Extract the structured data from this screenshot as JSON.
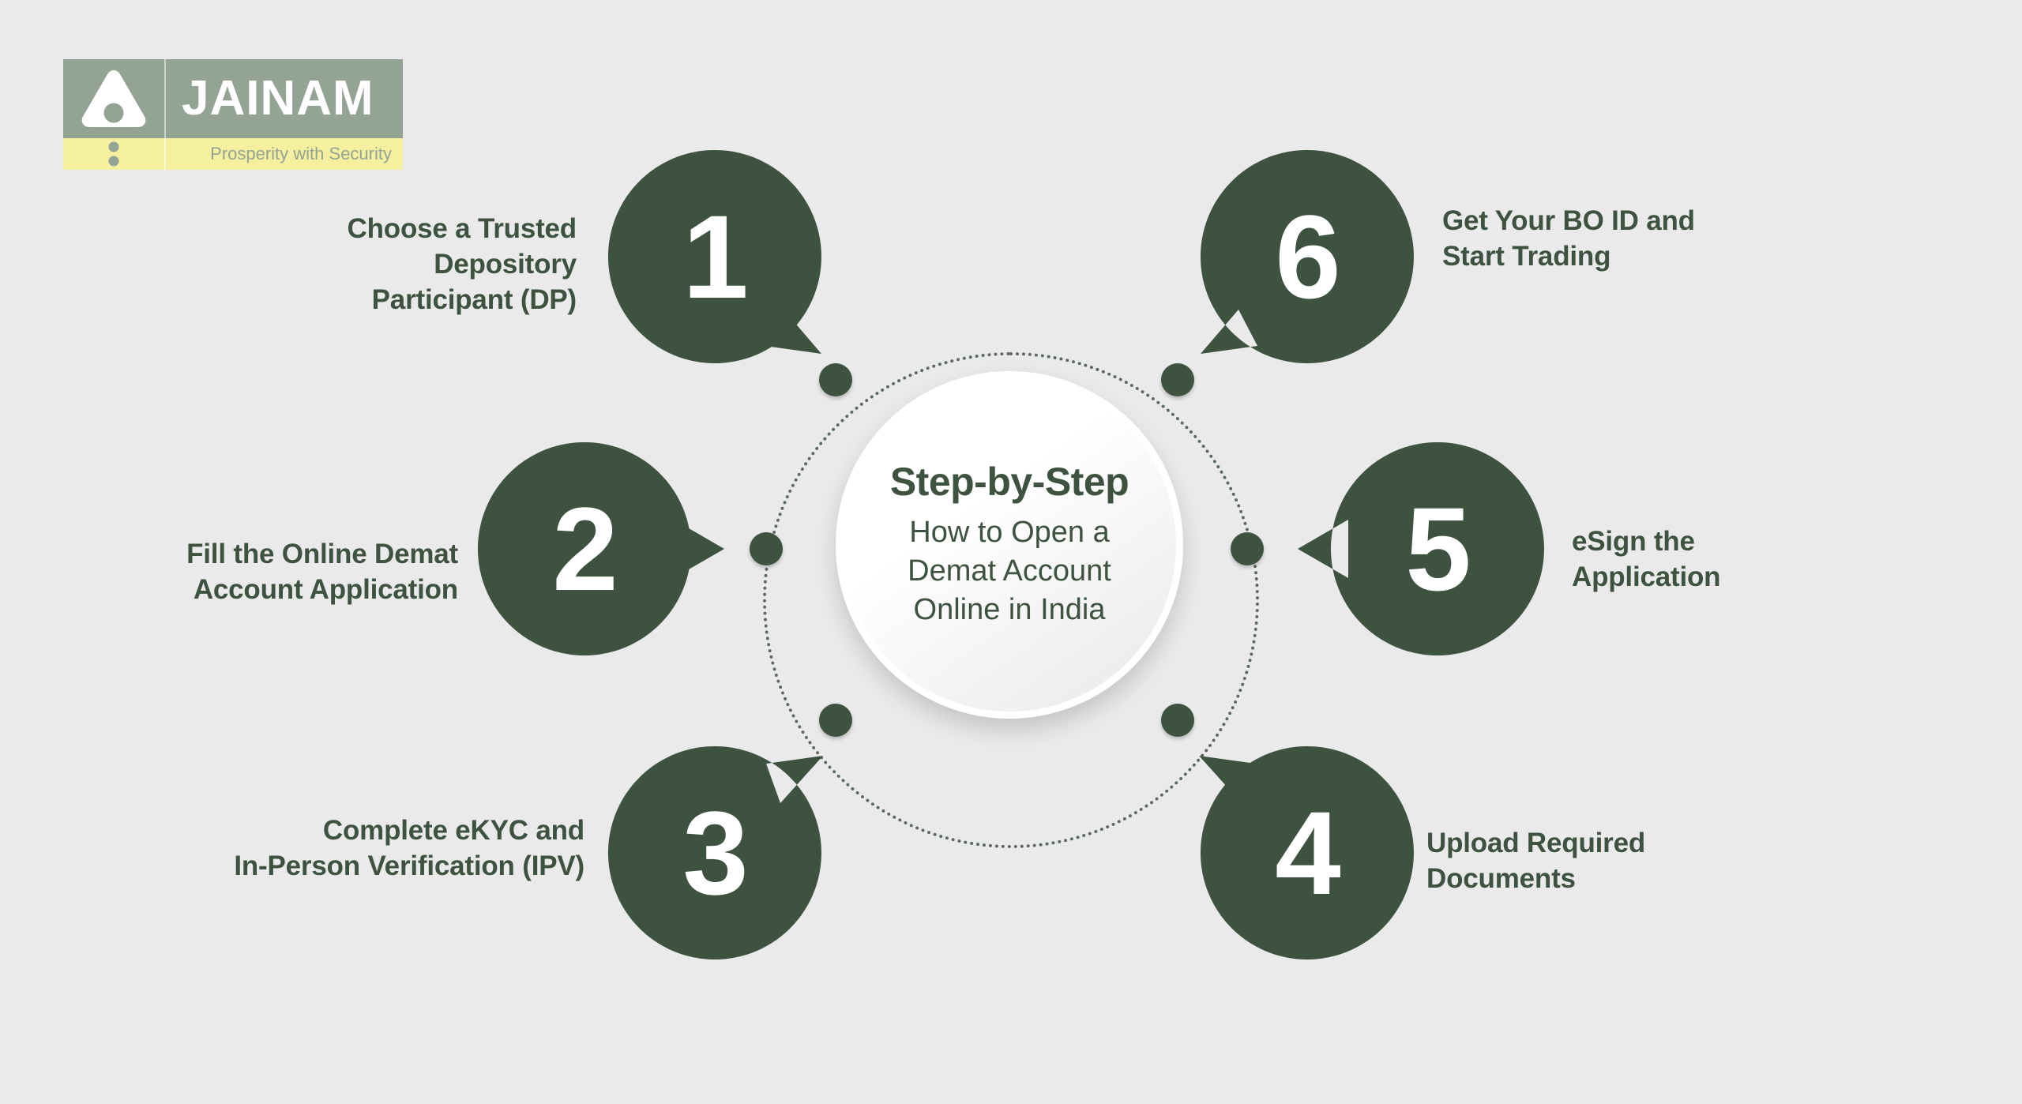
{
  "brand": {
    "name": "JAINAM",
    "tagline": "Prosperity with Security",
    "mark_icon": "triangle-logo-icon",
    "dots_icon": "logo-dots-icon",
    "colors": {
      "sage": "#93a394",
      "pale_yellow": "#f5f0a0",
      "white": "#ffffff"
    }
  },
  "theme": {
    "background": "#eaeaea",
    "accent_green": "#3d5340",
    "bubble_fill": "#3d5340",
    "number_color": "#ffffff",
    "ring_dot_color": "#5a6a5c"
  },
  "center": {
    "title": "Step-by-Step",
    "subtitle_lines": [
      "How to Open a",
      "Demat Account",
      "Online in India"
    ],
    "subtitle": "How to Open a Demat Account Online in India"
  },
  "steps": [
    {
      "number": "1",
      "label": "Choose a Trusted Depository Participant (DP)",
      "label_lines": [
        "Choose a Trusted",
        "Depository",
        "Participant (DP)"
      ],
      "position": "top-left",
      "tail": "down-right"
    },
    {
      "number": "2",
      "label": "Fill the Online Demat Account Application",
      "label_lines": [
        "Fill the Online Demat",
        "Account Application"
      ],
      "position": "middle-left",
      "tail": "right"
    },
    {
      "number": "3",
      "label": "Complete eKYC and In-Person Verification (IPV)",
      "label_lines": [
        "Complete eKYC and",
        "In-Person Verification (IPV)"
      ],
      "position": "bottom-left",
      "tail": "up-right"
    },
    {
      "number": "4",
      "label": "Upload Required Documents",
      "label_lines": [
        "Upload Required",
        "Documents"
      ],
      "position": "bottom-right",
      "tail": "up-left"
    },
    {
      "number": "5",
      "label": "eSign the Application",
      "label_lines": [
        "eSign the",
        "Application"
      ],
      "position": "middle-right",
      "tail": "left"
    },
    {
      "number": "6",
      "label": "Get Your BO ID and Start Trading",
      "label_lines": [
        "Get Your BO ID and",
        "Start Trading"
      ],
      "position": "top-right",
      "tail": "down-left"
    }
  ]
}
